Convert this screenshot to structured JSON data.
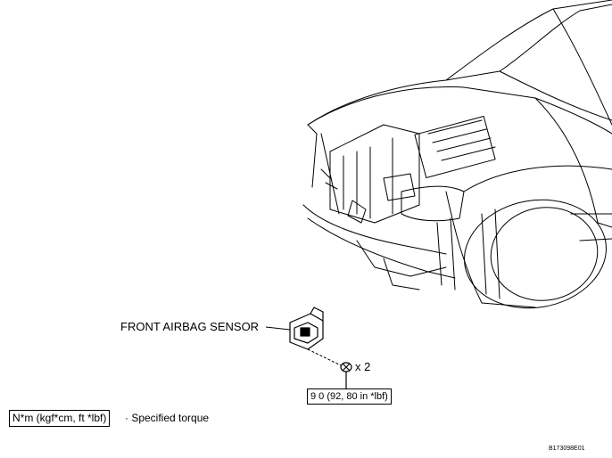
{
  "figure": {
    "part_label": "FRONT AIRBAG SENSOR",
    "bolt_quantity": "x 2",
    "torque_value": "9 0 (92, 80 in *lbf)",
    "legend_unit": "N*m (kgf*cm, ft *lbf)",
    "legend_text": "· Specified torque",
    "figure_id": "B173098E01"
  }
}
